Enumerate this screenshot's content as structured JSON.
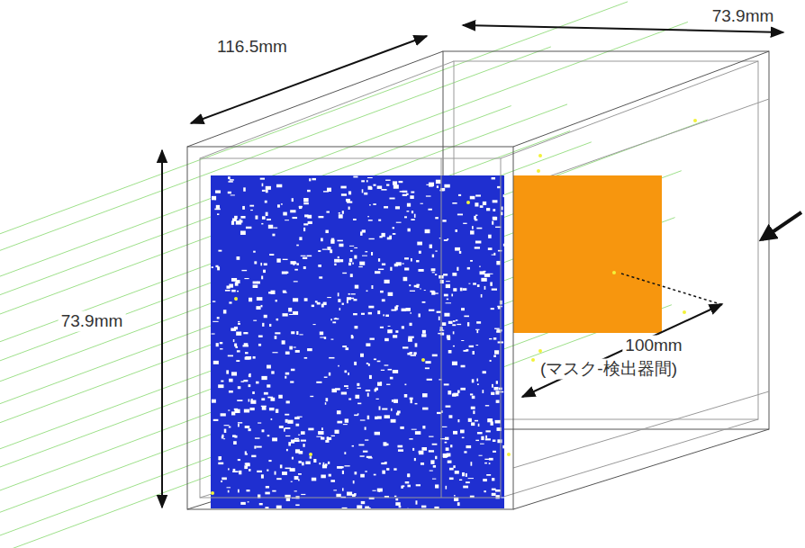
{
  "diagram": {
    "labels": [
      "116.5mm",
      "73.9mm",
      "73.9mm",
      "100mm",
      "(マスク-検出器間)"
    ]
  }
}
